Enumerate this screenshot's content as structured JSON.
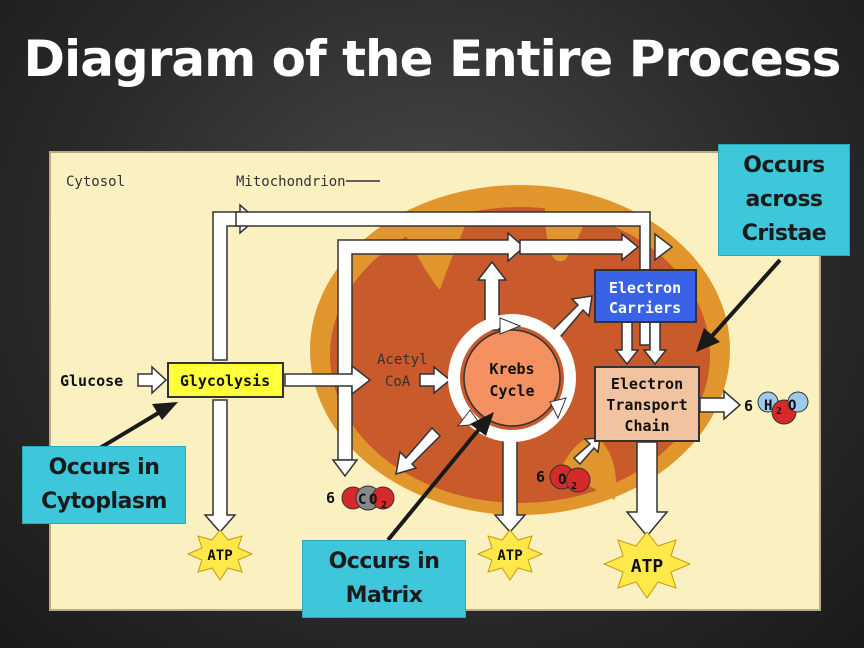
{
  "title": "Diagram of the Entire Process",
  "labels": {
    "cytosol": "Cytosol",
    "mitochondrion": "Mitochondrion",
    "glucose": "Glucose",
    "glycolysis": "Glycolysis",
    "acetyl": "Acetyl",
    "coa": "CoA",
    "krebs1": "Krebs",
    "krebs2": "Cycle",
    "ec1": "Electron",
    "ec2": "Carriers",
    "etc1": "Electron",
    "etc2": "Transport",
    "etc3": "Chain",
    "atp": "ATP",
    "co2_coef": "6",
    "co2_c": "C",
    "co2_o": "O",
    "co2_sub": "2",
    "o2_coef": "6",
    "o2_o": "O",
    "o2_sub": "2",
    "h2o_coef": "6",
    "h2o_h": "H",
    "h2o_sub": "2",
    "h2o_o": "O"
  },
  "callouts": {
    "cristae": [
      "Occurs",
      "across",
      "Cristae"
    ],
    "cytoplasm": [
      "Occurs in",
      "Cytoplasm"
    ],
    "matrix": [
      "Occurs in",
      "Matrix"
    ]
  },
  "colors": {
    "cytosol_bg": "#fbf0c0",
    "mito_outer": "#e0962c",
    "mito_inner": "#c85a2c",
    "glycolysis": "#ffff3a",
    "krebs": "#f59060",
    "electron_carriers": "#3a62e6",
    "etc": "#f2c3a0",
    "callout": "#3ec6da",
    "atp_burst": "#ffe84a"
  }
}
